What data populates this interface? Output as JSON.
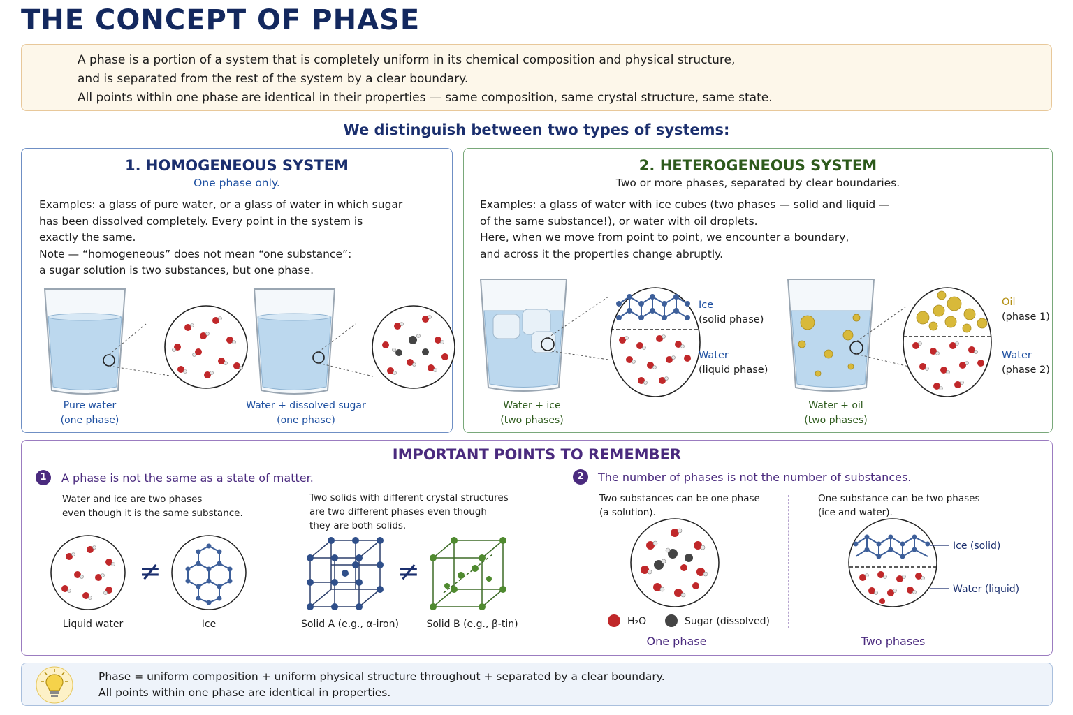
{
  "title": "THE CONCEPT OF PHASE",
  "definition": {
    "line1": "A phase is a portion of a system that is completely uniform in its chemical composition and physical structure,",
    "line2": "and is separated from the rest of the system by a clear boundary.",
    "line3": "All points within one phase are identical in their properties — same composition, same crystal structure, same state."
  },
  "types_heading": "We distinguish between two types of systems:",
  "homogeneous": {
    "title": "1.  HOMOGENEOUS  SYSTEM",
    "subtitle": "One phase only.",
    "lines": [
      "Examples: a glass of pure water, or a glass of water in which sugar",
      "has been dissolved completely. Every point in the system is",
      "exactly the same.",
      "Note — “homogeneous” does not mean “one substance”:",
      "a sugar solution is two substances, but one phase."
    ],
    "captions": [
      {
        "line1": "Pure water",
        "line2": "(one phase)"
      },
      {
        "line1": "Water + dissolved sugar",
        "line2": "(one phase)"
      }
    ]
  },
  "heterogeneous": {
    "title": "2.  HETEROGENEOUS  SYSTEM",
    "subtitle": "Two or more phases, separated by clear boundaries.",
    "lines": [
      "Examples: a glass of water with ice cubes (two phases — solid and liquid —",
      "of the same substance!), or water with oil droplets.",
      "Here, when we move from point to point, we encounter a boundary,",
      "and across it the properties change abruptly."
    ],
    "ice_label": {
      "line1": "Ice",
      "line2": "(solid phase)"
    },
    "water_label": {
      "line1": "Water",
      "line2": "(liquid phase)"
    },
    "oil_label": {
      "line1": "Oil",
      "line2": "(phase 1)"
    },
    "water2_label": {
      "line1": "Water",
      "line2": "(phase 2)"
    },
    "captions": [
      {
        "line1": "Water + ice",
        "line2": "(two phases)"
      },
      {
        "line1": "Water + oil",
        "line2": "(two phases)"
      }
    ]
  },
  "important": {
    "title": "IMPORTANT POINTS TO REMEMBER",
    "point1": {
      "num": "1",
      "heading": "A phase is not the same as a state of matter.",
      "left_text": [
        "Water and ice are two phases",
        "even though it is the same substance."
      ],
      "right_text": [
        "Two solids with different crystal structures",
        "are two different phases even though",
        "they are both solids."
      ],
      "labels": [
        "Liquid water",
        "Ice",
        "Solid A (e.g., α-iron)",
        "Solid B (e.g., β-tin)"
      ],
      "neq": "≠"
    },
    "point2": {
      "num": "2",
      "heading": "The number of phases is not the number of substances.",
      "left_text": [
        "Two substances can be one phase",
        "(a solution)."
      ],
      "right_text": [
        "One substance can be two phases",
        "(ice and water)."
      ],
      "legend": [
        "H₂O",
        "Sugar (dissolved)"
      ],
      "ice_tag": "Ice (solid)",
      "water_tag": "Water (liquid)",
      "caption_left": "One phase",
      "caption_right": "Two phases"
    }
  },
  "summary": {
    "line1": "Phase = uniform composition + uniform physical structure throughout + separated by a clear boundary.",
    "line2": "All points within one phase are identical in properties."
  },
  "colors": {
    "title": "#13285e",
    "homogeneous_accent": "#1d4fa0",
    "heterogeneous_accent": "#2d5a1c",
    "important_accent": "#4a2a7e",
    "water": "#bcd8ee",
    "oxygen": "#c0282a",
    "oil": "#d8b93a"
  }
}
